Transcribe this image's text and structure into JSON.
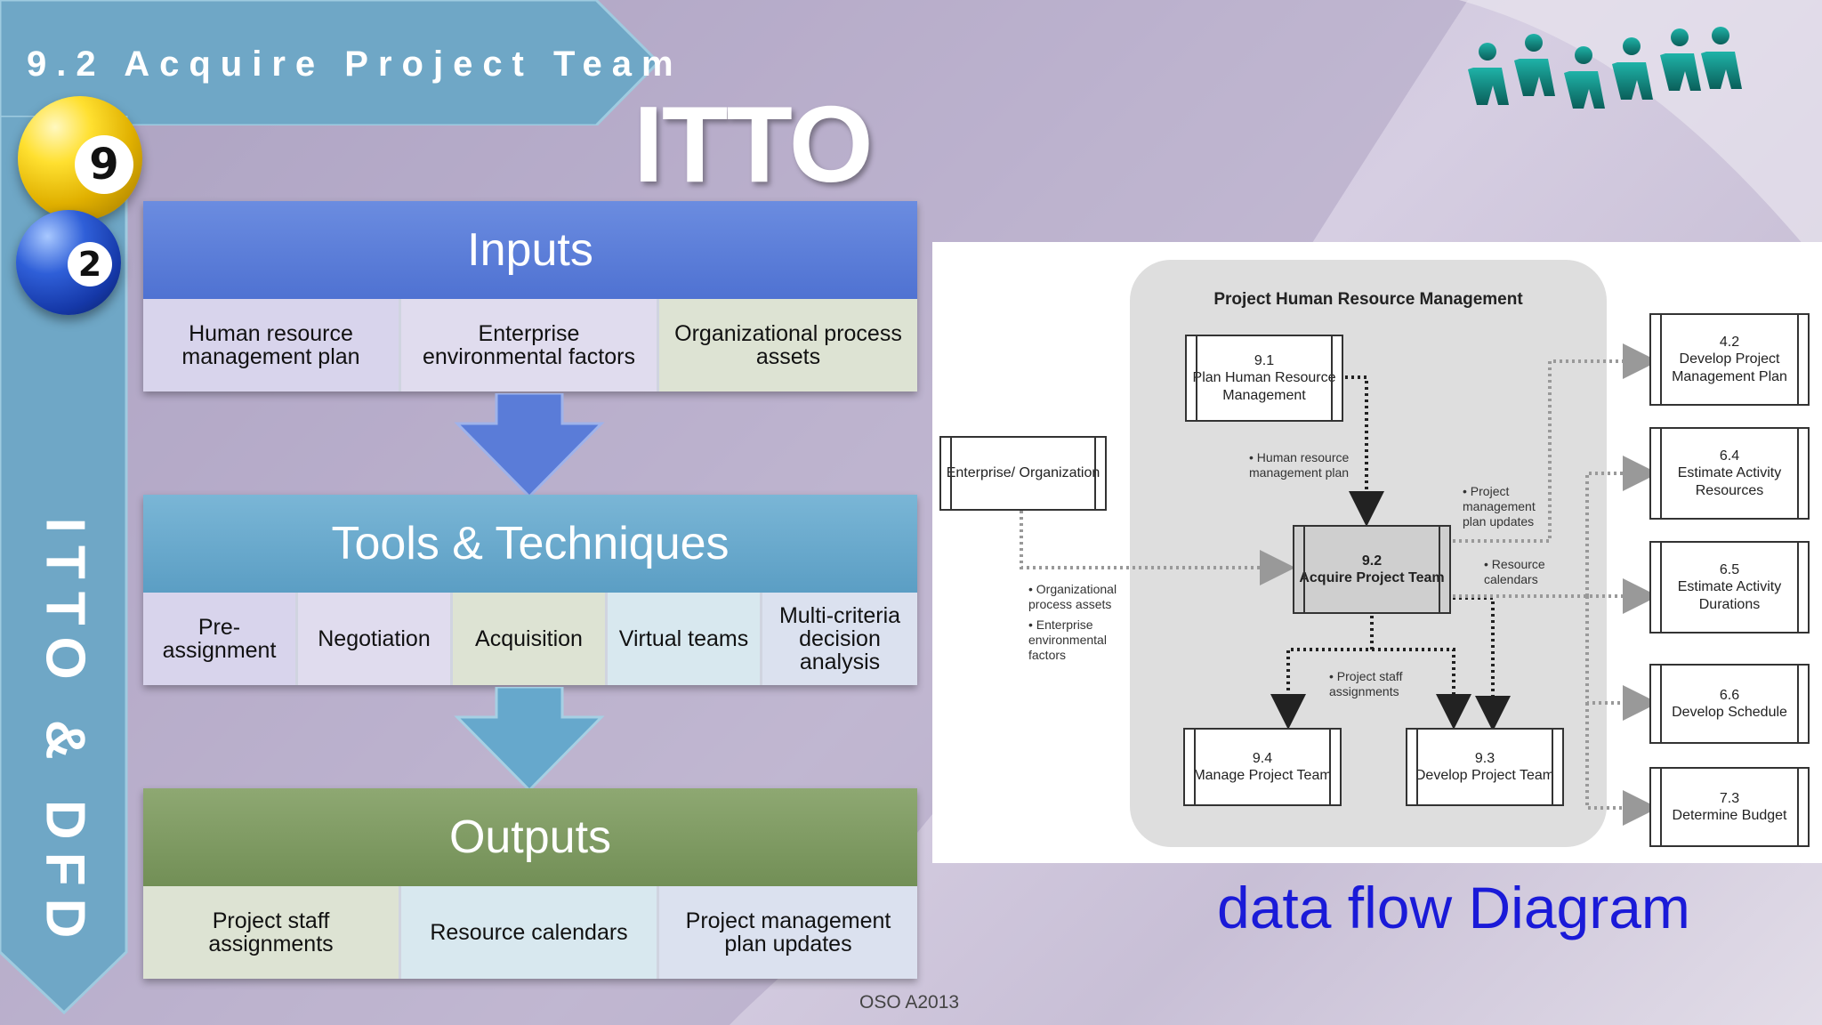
{
  "header": {
    "title": "9.2 Acquire Project Team"
  },
  "sidebar": {
    "label": "ITTO & DFD"
  },
  "balls": {
    "first": "9",
    "second": "2"
  },
  "itto_title": "ITTO",
  "inputs": {
    "heading": "Inputs",
    "items": [
      "Human resource management plan",
      "Enterprise environmental factors",
      "Organizational process assets"
    ]
  },
  "tools": {
    "heading": "Tools & Techniques",
    "items": [
      "Pre-assignment",
      "Negotiation",
      "Acquisition",
      "Virtual teams",
      "Multi-criteria decision analysis"
    ]
  },
  "outputs": {
    "heading": "Outputs",
    "items": [
      "Project staff assignments",
      "Resource calendars",
      "Project management plan updates"
    ]
  },
  "dfd": {
    "area_title": "Project Human Resource Management",
    "external": "Enterprise/ Organization",
    "p91": {
      "num": "9.1",
      "name": "Plan Human Resource Management"
    },
    "p92": {
      "num": "9.2",
      "name": "Acquire Project Team"
    },
    "p94": {
      "num": "9.4",
      "name": "Manage Project Team"
    },
    "p93": {
      "num": "9.3",
      "name": "Develop Project Team"
    },
    "p42": {
      "num": "4.2",
      "name": "Develop Project Management Plan"
    },
    "p64": {
      "num": "6.4",
      "name": "Estimate Activity Resources"
    },
    "p65": {
      "num": "6.5",
      "name": "Estimate Activity Durations"
    },
    "p66": {
      "num": "6.6",
      "name": "Develop Schedule"
    },
    "p73": {
      "num": "7.3",
      "name": "Determine Budget"
    },
    "labels": {
      "hr_plan": "• Human resource management plan",
      "pm_updates": "• Project management plan updates",
      "res_cal": "• Resource calendars",
      "org_assets": "• Organizational process assets",
      "eef": "• Enterprise environmental factors",
      "staff": "• Project staff assignments"
    }
  },
  "dfd_caption": "data flow Diagram",
  "footer": "OSO A2013",
  "colors": {
    "inputs": "#5a7cd8",
    "tools": "#66a8cc",
    "outputs": "#7f9c63",
    "caption": "#1a1ad8"
  }
}
